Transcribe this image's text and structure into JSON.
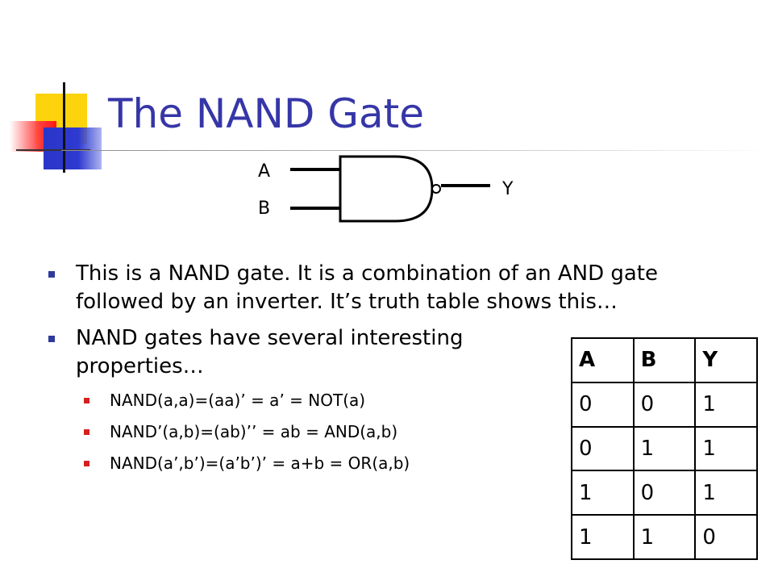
{
  "slide": {
    "title": "The NAND Gate",
    "gate": {
      "input_a": "A",
      "input_b": "B",
      "output": "Y"
    },
    "bullets": [
      "This is a NAND gate.  It is a combination of an AND gate followed by an inverter.  It’s truth table shows this…",
      "NAND gates have several interesting properties…"
    ],
    "sub_bullets": [
      "NAND(a,a)=(aa)’ = a’ = NOT(a)",
      "NAND’(a,b)=(ab)’’ = ab = AND(a,b)",
      "NAND(a’,b’)=(a’b’)’ = a+b = OR(a,b)"
    ],
    "truth_table": {
      "headers": [
        "A",
        "B",
        "Y"
      ],
      "rows": [
        [
          "0",
          "0",
          "1"
        ],
        [
          "0",
          "1",
          "1"
        ],
        [
          "1",
          "0",
          "1"
        ],
        [
          "1",
          "1",
          "0"
        ]
      ]
    },
    "colors": {
      "title": "#3636a8",
      "bullet_primary": "#2f3a9c",
      "bullet_secondary": "#d42020"
    }
  }
}
